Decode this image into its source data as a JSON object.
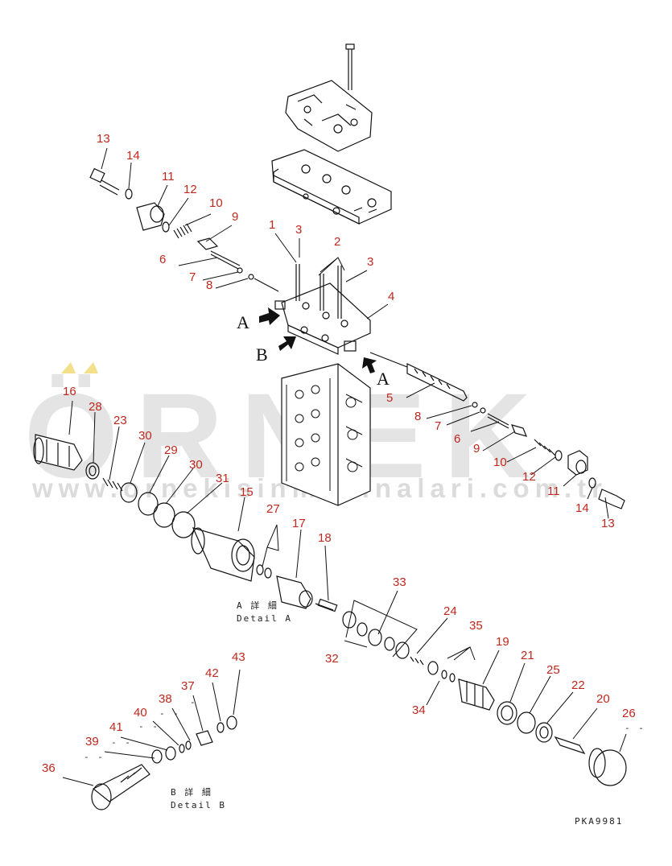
{
  "watermark": {
    "brand": "ÖRNEK",
    "url": "www.ornekisinmakinalari.com.tr"
  },
  "view_labels": {
    "a_top": "A",
    "b": "B",
    "a_right": "A"
  },
  "detail_a": {
    "jp": "A 詳 細",
    "en": "Detail A"
  },
  "detail_b": {
    "jp": "B 詳 細",
    "en": "Detail B"
  },
  "drawing_code": "PKA9981",
  "part_numbers": {
    "p1": "1",
    "p2": "2",
    "p3a": "3",
    "p3b": "3",
    "p4": "4",
    "p5": "5",
    "p6a": "6",
    "p6b": "6",
    "p7a": "7",
    "p7b": "7",
    "p8a": "8",
    "p8b": "8",
    "p9a": "9",
    "p9b": "9",
    "p10a": "10",
    "p10b": "10",
    "p11a": "11",
    "p11b": "11",
    "p12a": "12",
    "p12b": "12",
    "p13a": "13",
    "p13b": "13",
    "p14a": "14",
    "p14b": "14",
    "p15": "15",
    "p16": "16",
    "p17": "17",
    "p18": "18",
    "p19": "19",
    "p20": "20",
    "p21": "21",
    "p22": "22",
    "p23": "23",
    "p24": "24",
    "p25": "25",
    "p26": "26",
    "p27": "27",
    "p28": "28",
    "p29": "29",
    "p30a": "30",
    "p30b": "30",
    "p31": "31",
    "p32": "32",
    "p33": "33",
    "p34": "34",
    "p35": "35",
    "p36": "36",
    "p37": "37",
    "p38": "38",
    "p39": "39",
    "p40": "40",
    "p41": "41",
    "p42": "42",
    "p43": "43"
  },
  "dash_marks": {
    "d26": "- -",
    "d37": "-",
    "d38": "- -",
    "d39": "- -",
    "d40": "- -",
    "d41": "- -"
  },
  "colors": {
    "callout": "#c0271d",
    "line": "#111111",
    "watermark": "#cfcfcf",
    "accent": "#f2e08a"
  }
}
